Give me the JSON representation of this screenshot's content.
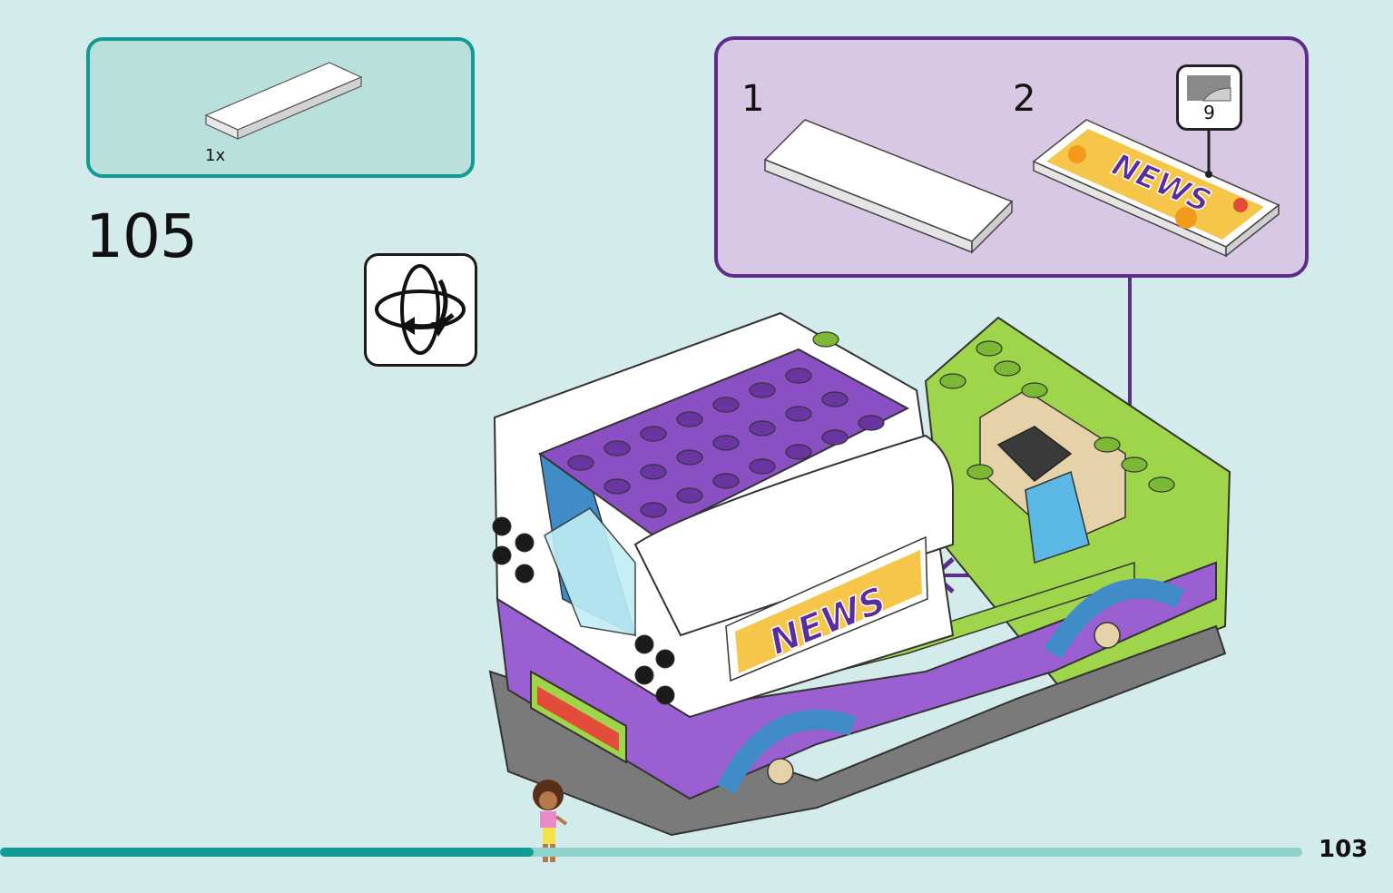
{
  "parts_list": {
    "items": [
      {
        "qty": "1x",
        "icon": "white-flat-tile-icon"
      }
    ]
  },
  "step": {
    "number": "105"
  },
  "rotate_indicator": {
    "icon": "rotate-model-icon"
  },
  "callout": {
    "sub_steps": [
      {
        "number": "1",
        "icon": "white-flat-tile-icon"
      },
      {
        "number": "2",
        "icon": "news-sticker-tile-icon"
      }
    ],
    "sticker_ref": {
      "number": "9",
      "icon": "sticker-sheet-icon"
    },
    "sticker_text": "NEWS"
  },
  "page": {
    "number": "103"
  },
  "progress": {
    "fraction": 0.41
  },
  "colors": {
    "background": "#d3ebea",
    "parts_border": "#129b95",
    "callout_border": "#5c2e8a",
    "callout_fill": "#d9c8e4",
    "lego_purple": "#8a4fc2",
    "lego_lime": "#9fd54a",
    "lego_blue": "#3f8cc6"
  }
}
